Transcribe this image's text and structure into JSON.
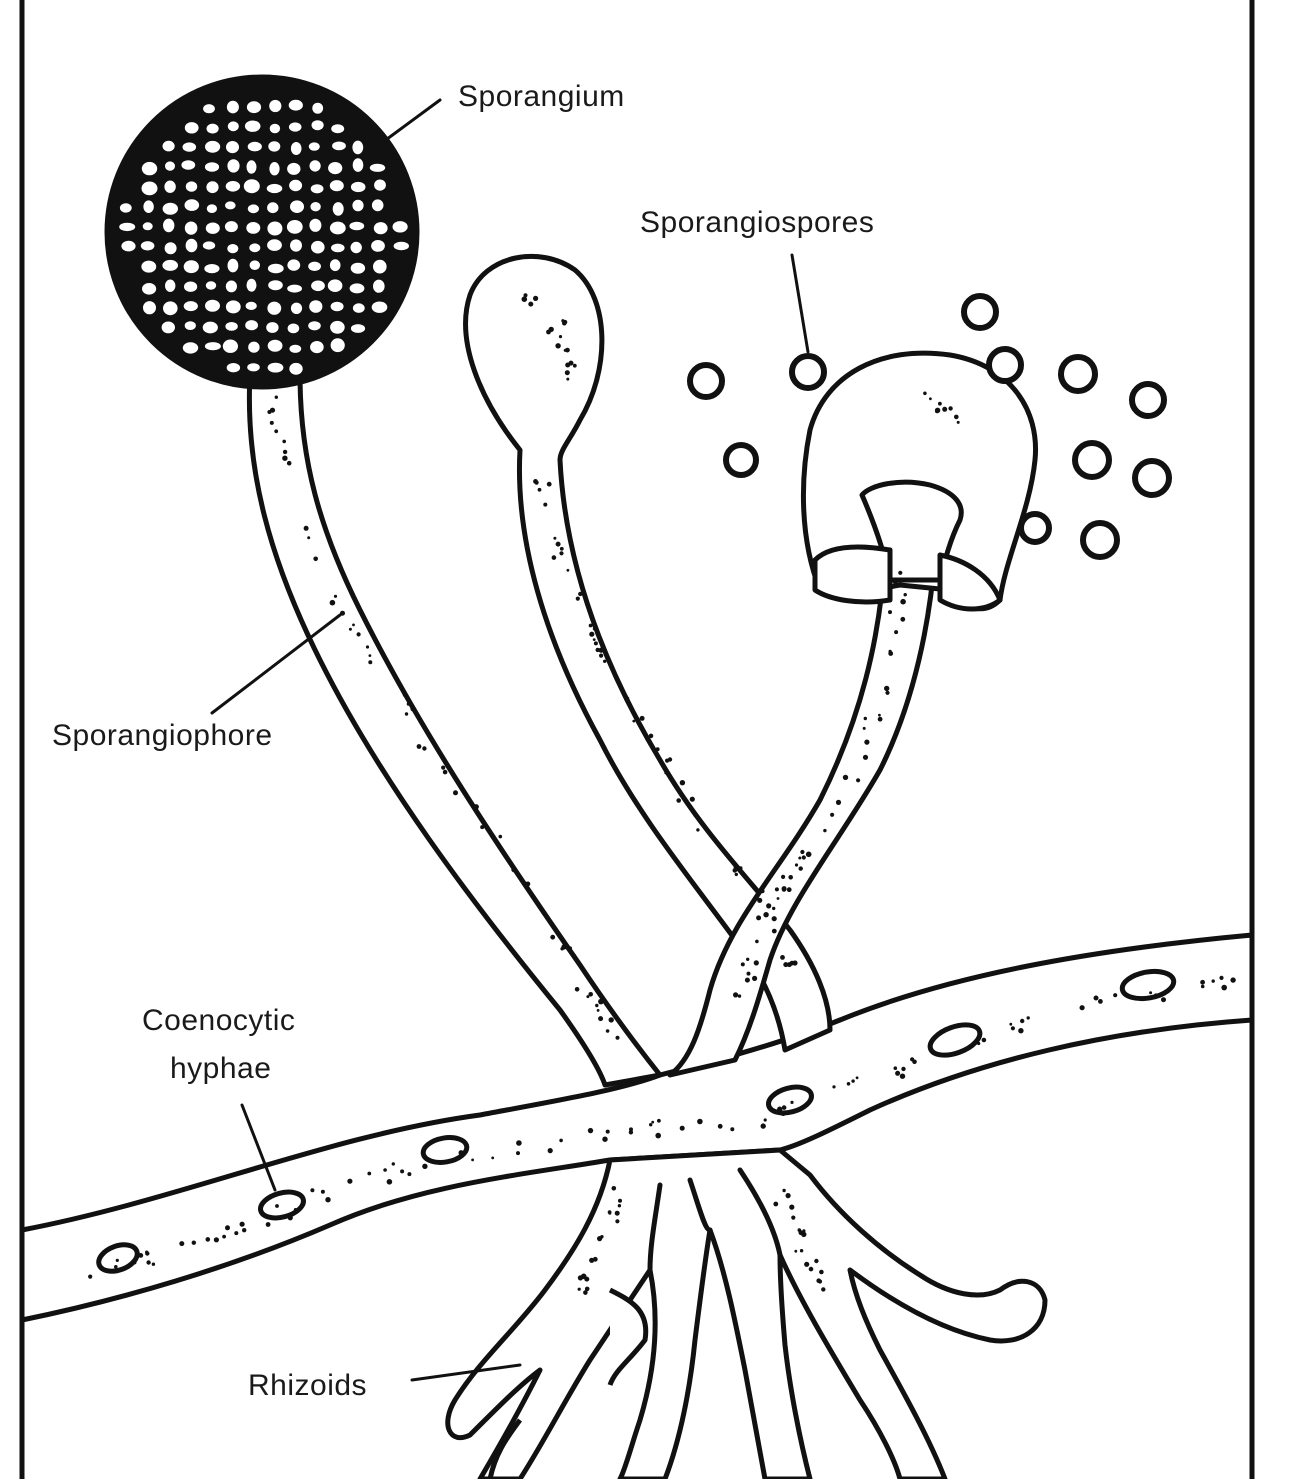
{
  "labels": {
    "sporangium": "Sporangium",
    "sporangiospores": "Sporangiospores",
    "sporangiophore": "Sporangiophore",
    "coenocytic_hyphae_line1": "Coenocytic",
    "coenocytic_hyphae_line2": "hyphae",
    "rhizoids": "Rhizoids"
  }
}
